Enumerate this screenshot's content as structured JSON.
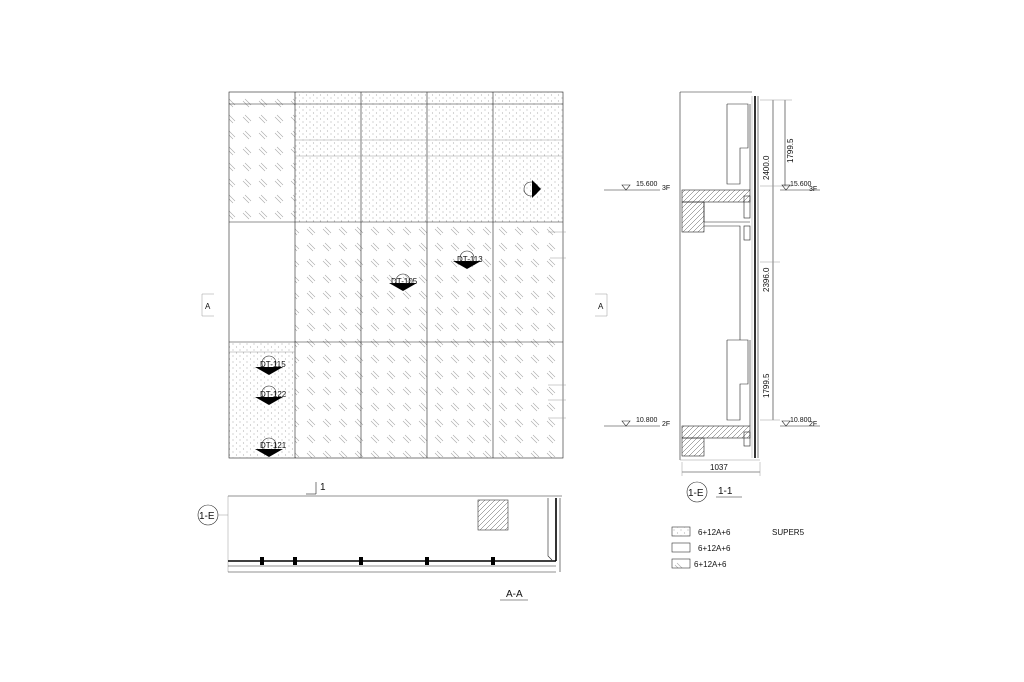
{
  "elevation": {
    "tags": [
      {
        "id": "tag-105",
        "label": "DT-105"
      },
      {
        "id": "tag-113",
        "label": "DT-113"
      },
      {
        "id": "tag-115",
        "label": "DT-115"
      },
      {
        "id": "tag-122",
        "label": "DT-122"
      },
      {
        "id": "tag-121",
        "label": "DT-121"
      }
    ],
    "left_marker": "A",
    "right_marker": "A",
    "level_3f": {
      "value": "15.600",
      "name": "3F"
    },
    "level_2f": {
      "value": "10.800",
      "name": "2F"
    }
  },
  "section_1_1": {
    "dims": [
      "1799.5",
      "2400.0",
      "2396.0",
      "1799.5"
    ],
    "bottom_dim": "1037",
    "level_3f": {
      "value": "15.600",
      "name": "3F"
    },
    "level_2f": {
      "value": "10.800",
      "name": "2F"
    },
    "callout_ref": "1-E",
    "title": "1-1"
  },
  "plan_a_a": {
    "callout_ref": "1-E",
    "cut_marker": "1",
    "title": "A-A"
  },
  "legend": [
    {
      "code": "6+12A+6",
      "desc": "SUPER5"
    },
    {
      "code": "6+12A+6",
      "desc": ""
    },
    {
      "code": "6+12A+6",
      "desc": ""
    }
  ]
}
